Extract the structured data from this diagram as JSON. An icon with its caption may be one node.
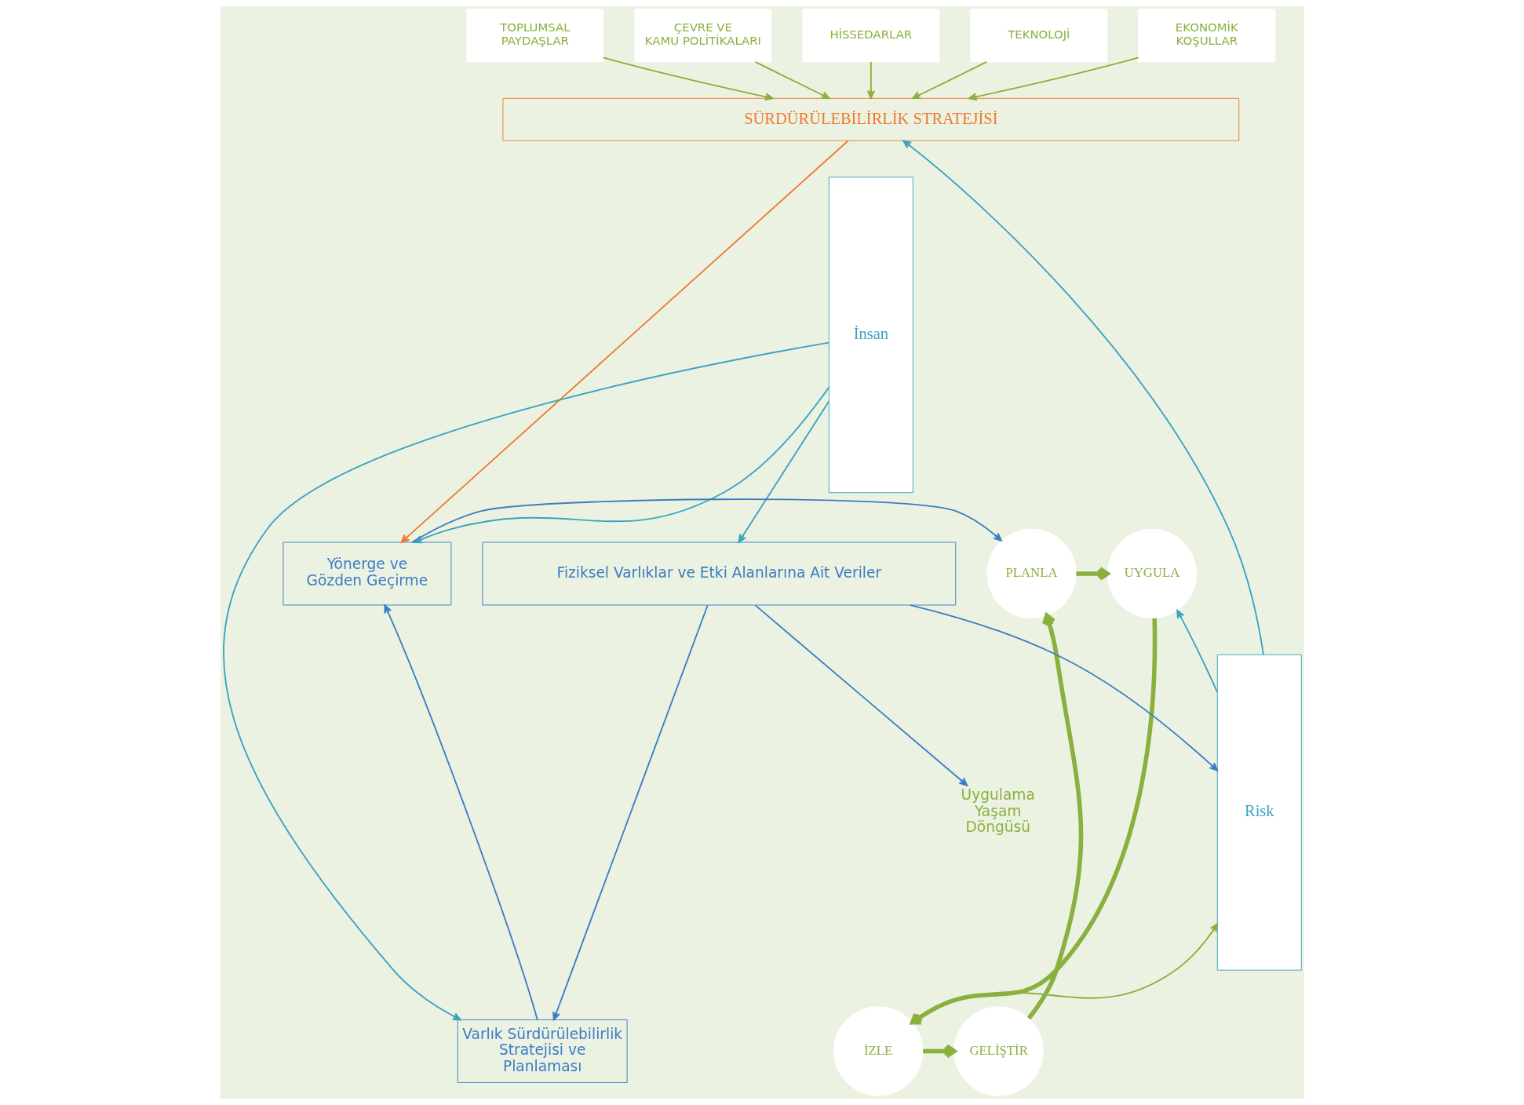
{
  "diagram": {
    "nodes": [
      {
        "text": [
          "TOPLUMSAL PAYDAŞLAR"
        ]
      },
      {
        "text": [
          "ÇEVRE VE KAMU POLİTİKALARI"
        ]
      },
      {
        "text": [
          "HİSSEDARLAR"
        ]
      },
      {
        "text": [
          "TEKNOLOJİ"
        ]
      },
      {
        "text": [
          "EKONOMİK KOŞULLAR"
        ]
      },
      {
        "text": [
          "SÜRDÜRÜLEBİLİRLİK STRATEJİSİ"
        ]
      },
      {
        "text": [
          "İnsan"
        ]
      },
      {
        "text": [
          "Yönerge ve Gözden Geçirme"
        ]
      },
      {
        "text": [
          "PLANLA"
        ]
      },
      {
        "text": [
          "UYGULA"
        ]
      },
      {
        "text": [
          "Uygulama Yaşam Döngüsü"
        ]
      },
      {
        "text": [
          "Varlık Sürdürülebilirlik Stratejisi ve Planlaması"
        ]
      },
      {
        "text": [
          "GELİŞTİR"
        ]
      },
      {
        "text": [
          "İZLE"
        ]
      },
      {
        "text": [
          "Risk"
        ]
      },
      {
        "text": [
          "Fiziksel Varlıklar ve Etki Alanlarına Ait Veriler"
        ]
      }
    ],
    "edges": [
      {
        "from": 0,
        "to": 5,
        "arrow": "to"
      },
      {
        "from": 1,
        "to": 5,
        "arrow": "to"
      },
      {
        "from": 2,
        "to": 5,
        "arrow": "to"
      },
      {
        "from": 3,
        "to": 5,
        "arrow": "to"
      },
      {
        "from": 4,
        "to": 5,
        "arrow": "to"
      },
      {
        "from": 5,
        "to": 7,
        "arrow": "to",
        "color": "#ee7a2f"
      },
      {
        "from": 6,
        "to": 7,
        "arrow": "to",
        "color": "#3aa3c0"
      },
      {
        "from": 6,
        "to": 11,
        "arrow": "to",
        "color": "#3aa3c0"
      },
      {
        "from": 6,
        "to": 15,
        "arrow": "to",
        "color": "#3aa3c0"
      },
      {
        "from": 7,
        "to": 8,
        "arrow": "to",
        "color": "#3a7dc4"
      },
      {
        "from": 8,
        "to": 9,
        "arrow": "to",
        "style": "thick"
      },
      {
        "from": 9,
        "to": 13,
        "arrow": "to",
        "style": "thick"
      },
      {
        "from": 13,
        "to": 12,
        "arrow": "to",
        "style": "thick"
      },
      {
        "from": 12,
        "to": 8,
        "arrow": "to",
        "style": "thick"
      },
      {
        "from": 11,
        "to": 7,
        "arrow": "to",
        "color": "#3a7dc4"
      },
      {
        "from": 15,
        "to": 11,
        "arrow": "to",
        "color": "#3a7dc4"
      },
      {
        "from": 15,
        "to": 10,
        "arrow": "to",
        "color": "#3a7dc4"
      },
      {
        "from": 14,
        "to": 9,
        "arrow": "to",
        "color": "#3aa3c0"
      },
      {
        "from": 13,
        "to": 14,
        "arrow": "to"
      },
      {
        "from": 15,
        "to": 14,
        "arrow": "to",
        "color": "#3a7dc4"
      },
      {
        "from": 14,
        "to": 5,
        "arrow": "to",
        "color": "#3aa3c0"
      }
    ]
  }
}
